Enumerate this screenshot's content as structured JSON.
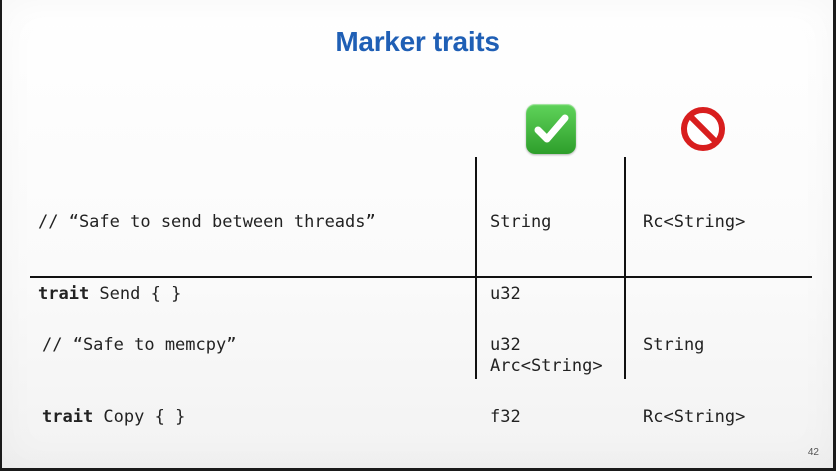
{
  "slide": {
    "title": "Marker traits",
    "page_number": "42"
  },
  "header_icons": {
    "yes": "check-mark-icon",
    "no": "prohibited-icon",
    "yes_color": "#3cb43a",
    "no_color": "#d81e1e"
  },
  "rows": [
    {
      "comment": "// “Safe to send between threads”",
      "keyword": "trait",
      "decl": " Send { }",
      "yes": [
        "String",
        "u32",
        "Arc<String>"
      ],
      "no": [
        "Rc<String>"
      ]
    },
    {
      "comment": "// “Safe to memcpy”",
      "keyword": "trait",
      "decl": " Copy { }",
      "yes": [
        "u32",
        "f32"
      ],
      "no": [
        "String",
        "Rc<String>"
      ]
    }
  ]
}
